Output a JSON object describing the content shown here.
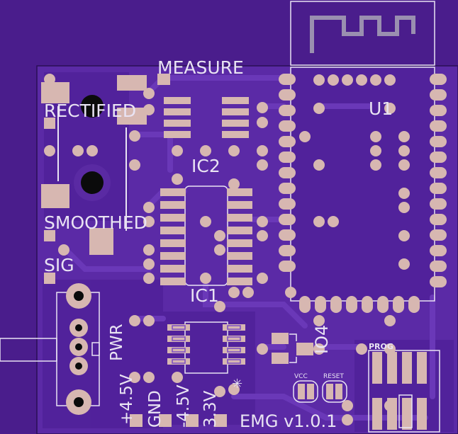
{
  "labels": {
    "measure": "MEASURE",
    "rectified": "RECTIFIED",
    "smoothed": "SMOOTHED",
    "sig": "SIG",
    "ic2": "IC2",
    "ic1": "IC1",
    "u1": "U1",
    "io4": "IO4",
    "pwr": "PWR",
    "plus45v": "+4.5V",
    "gnd": "GND",
    "minus45v": "-4.5V",
    "v33": "3.3V",
    "vcc": "VCC",
    "reset": "RESET",
    "prog": "PROG",
    "title": "EMG v1.0.1"
  },
  "colors": {
    "board": "#5b2aa6",
    "copper": "#4e2097",
    "pad": "#d7b7b1",
    "silk": "#e9e3f3",
    "hole": "#0b0b0b"
  }
}
